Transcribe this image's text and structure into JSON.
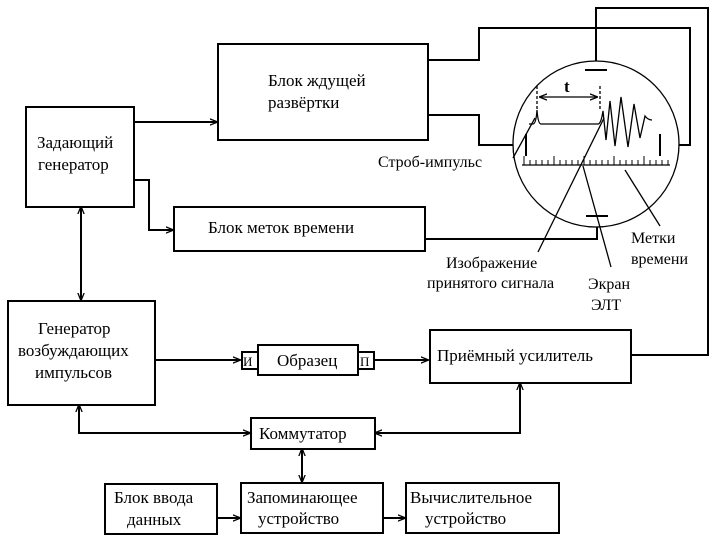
{
  "blocks": {
    "sweep": [
      "Блок ждущей",
      "развёртки"
    ],
    "master": [
      "Задающий",
      "генератор"
    ],
    "timemarks": "Блок меток времени",
    "excitation": [
      "Генератор",
      "возбуждающих",
      "импульсов"
    ],
    "sample": "Образец",
    "sample_left_mark": "И",
    "sample_right_mark": "П",
    "amplifier": "Приёмный усилитель",
    "switch": "Коммутатор",
    "input": [
      "Блок ввода",
      "данных"
    ],
    "storage": [
      "Запоминающее",
      "устройство"
    ],
    "computer": [
      "Вычислительное",
      "устройство"
    ]
  },
  "crt": {
    "interval_label": "t",
    "strobe_label": "Строб-импульс",
    "signal_label": [
      "Изображение",
      "принятого сигнала"
    ],
    "screen_label": [
      "Экран",
      "ЭЛТ"
    ],
    "marks_label": [
      "Метки",
      "времени"
    ]
  }
}
